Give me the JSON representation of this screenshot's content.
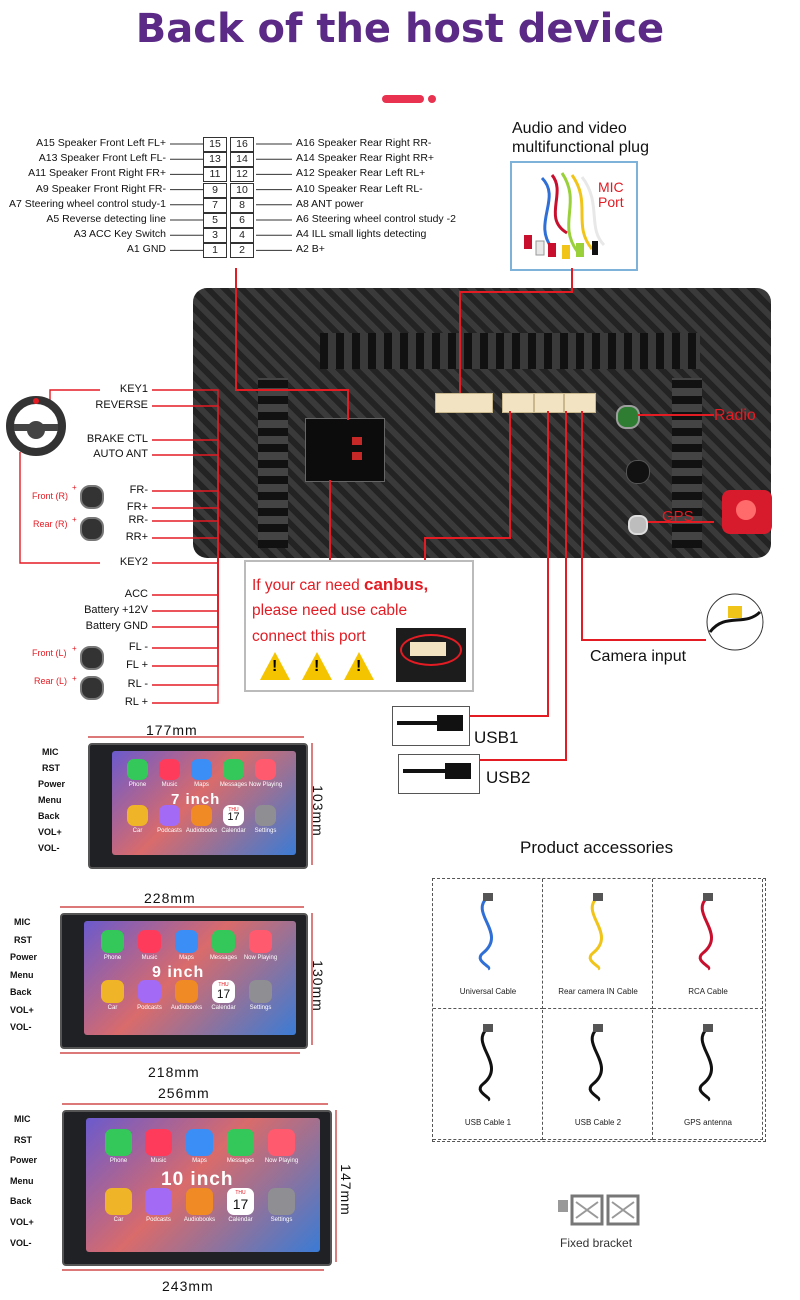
{
  "title": "Back of the host device",
  "pins_left": [
    {
      "label": "A15  Speaker Front Left FL+",
      "pin": "15"
    },
    {
      "label": "A13  Speaker Front Left FL-",
      "pin": "13"
    },
    {
      "label": "A11  Speaker Front Right FR+",
      "pin": "11"
    },
    {
      "label": "A9   Speaker Front Right FR-",
      "pin": "9"
    },
    {
      "label": "A7  Steering wheel control study-1",
      "pin": "7"
    },
    {
      "label": "A5   Reverse detecting line",
      "pin": "5"
    },
    {
      "label": "A3 ACC Key Switch",
      "pin": "3"
    },
    {
      "label": "A1 GND",
      "pin": "1"
    }
  ],
  "pins_right": [
    {
      "label": "A16 Speaker Rear Right RR-",
      "pin": "16"
    },
    {
      "label": "A14 Speaker Rear Right RR+",
      "pin": "14"
    },
    {
      "label": "A12 Speaker Rear Left RL+",
      "pin": "12"
    },
    {
      "label": "A10 Speaker Rear Left RL-",
      "pin": "10"
    },
    {
      "label": "A8   ANT power",
      "pin": "8"
    },
    {
      "label": "A6   Steering wheel control study -2",
      "pin": "6"
    },
    {
      "label": "A4   ILL small lights detecting",
      "pin": "4"
    },
    {
      "label": "A2   B+",
      "pin": "2"
    }
  ],
  "av_plug": {
    "title_line1": "Audio and video",
    "title_line2": "multifunctional plug",
    "mic_line1": "MIC",
    "mic_line2": "Port"
  },
  "wires_left": [
    "KEY1",
    "REVERSE",
    "BRAKE CTL",
    "AUTO ANT",
    "FR-",
    "FR+",
    "RR-",
    "RR+",
    "KEY2",
    "ACC",
    "Battery +12V",
    "Battery GND",
    "FL -",
    "FL +",
    "RL -",
    "RL +"
  ],
  "speaker_labels": {
    "front_r": "Front (R)",
    "rear_r": "Rear (R)",
    "front_l": "Front (L)",
    "rear_l": "Rear (L)",
    "plus": "+",
    "minus": "-"
  },
  "canbus": {
    "line1_a": "If your car need ",
    "line1_b": "canbus,",
    "line2": "please need use cable",
    "line3": "connect this port",
    "warn": "!"
  },
  "ports": {
    "radio": "Radio",
    "gps": "GPS",
    "camera": "Camera input",
    "usb1": "USB1",
    "usb2": "USB2"
  },
  "screens": [
    {
      "size_label": "7 inch",
      "width_top": "177mm",
      "height": "103mm",
      "width_bottom": ""
    },
    {
      "size_label": "9 inch",
      "width_top": "228mm",
      "height": "130mm",
      "width_bottom": "218mm"
    },
    {
      "size_label": "10 inch",
      "width_top": "256mm",
      "height": "147mm",
      "width_bottom": "243mm"
    }
  ],
  "side_buttons": [
    "MIC",
    "RST",
    "Power",
    "Menu",
    "Back",
    "VOL+",
    "VOL-"
  ],
  "apps_row1": [
    "Phone",
    "Music",
    "Maps",
    "Messages",
    "Now Playing"
  ],
  "apps_row2": [
    "Car",
    "Podcasts",
    "Audiobooks",
    "Calendar",
    "Settings"
  ],
  "calendar": {
    "day": "THU",
    "date": "17"
  },
  "accessories": {
    "title": "Product accessories",
    "items": [
      "Universal Cable",
      "Rear camera IN Cable",
      "RCA Cable",
      "USB Cable 1",
      "USB Cable 2",
      "GPS antenna"
    ],
    "bracket": "Fixed bracket"
  }
}
